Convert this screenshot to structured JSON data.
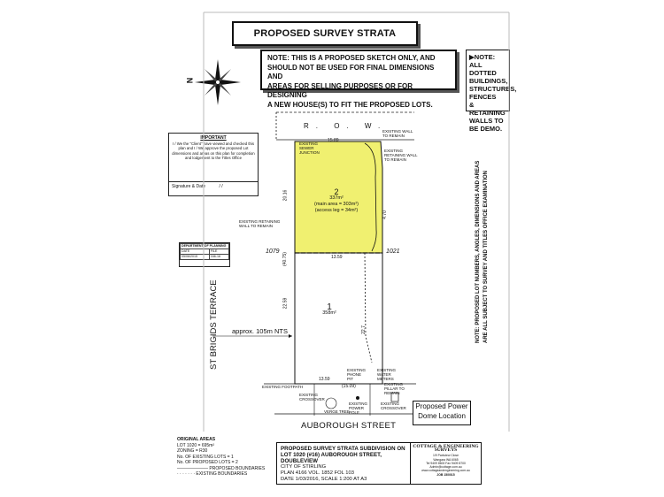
{
  "title": "PROPOSED SURVEY STRATA SUBDIVISION",
  "note_main": [
    "NOTE: THIS IS A PROPOSED SKETCH ONLY, AND",
    "SHOULD NOT BE USED FOR FINAL DIMENSIONS AND",
    "AREAS FOR SELLING PURPOSES OR FOR DESIGNING",
    "A NEW HOUSE(S) TO FIT THE PROPOSED LOTS."
  ],
  "note_side": [
    "NOTE:",
    "ALL DOTTED",
    "BUILDINGS,",
    "STRUCTURES,",
    "FENCES",
    "& RETAINING",
    "WALLS TO",
    "BE DEMO."
  ],
  "north_label": "N",
  "approval": {
    "header": "IMPORTANT",
    "text": "I / We the \"Client\" have viewed and checked this plan and I / We approve the proposed Lot dimensions and areas on this plan for completion and lodgement to the Titles Office",
    "signature": "Signature & Date",
    "sig_slashes": "/          /"
  },
  "dept_box": {
    "header": "DEPARTMENT OF PLANNING",
    "col1": "DATE",
    "col2": "FILE",
    "date": "05/06/2015",
    "file": "166-16"
  },
  "row_label": "R.   O.   W.",
  "lot2": {
    "num": "2",
    "area": "337m²",
    "main": "(main area = 303m²)",
    "access": "(access leg = 34m²)"
  },
  "lot1": {
    "num": "1",
    "area": "358m²"
  },
  "neighbours": {
    "left": "1079",
    "right": "1021"
  },
  "dims": {
    "top": "15.89",
    "mid": "13.59",
    "bottom": "13.59",
    "bottom2": "(15.09)",
    "left_upper": "20.16",
    "left_lower": "22.59",
    "left_tiny": "(40.75)",
    "right_upper": "4.70",
    "right_lower": "22.7"
  },
  "labels": {
    "existing_sewer": "EXISTING SEWER JUNCTION",
    "wall_remain": "EXISTING WALL TO REMAIN",
    "retaining_left": "EXISTING RETAINING WALL TO REMAIN",
    "retaining_right": "EXISTING RETAINING WALL TO REMAIN",
    "footpath": "EXISTING FOOTPATH",
    "phone": "EXISTING PHONE PIT",
    "water": "EXISTING WATER METERS",
    "pillar": "EXISTING PILLAR TO REMAIN",
    "crossover": "EXISTING CROSSOVER",
    "power_pole": "EXISTING POWER POLE",
    "verge_tree": "VERGE TREE",
    "crossover_left": "EXISTING CROSSOVER"
  },
  "approx": "approx. 105m NTS",
  "street_vertical": "ST BRIGIDS TERRACE",
  "street_horizontal": "AUBOROUGH STREET",
  "power_dome": [
    "Proposed Power",
    "Dome Location"
  ],
  "right_note": [
    "NOTE:  PROPOSED LOT NUMBERS, ANGLES, DIMENSIONS AND AREAS",
    "ARE ALL SUBJECT TO SURVEY AND TITLES OFFICE EXAMINATION"
  ],
  "legend": {
    "header": "ORIGINAL AREAS",
    "lines": [
      "LOT 1020 = 695m²",
      "ZONING = R30",
      "No. OF EXISTING LOTS = 1",
      "No. OF PROPOSED LOTS = 2"
    ],
    "proposed": "PROPOSED BOUNDARIES",
    "existing": "EXISTING BOUNDARIES"
  },
  "title_block": {
    "line1": "PROPOSED SURVEY STRATA SUBDIVISION ON",
    "line2": "LOT 1020 (#16) AUBOROUGH STREET, DOUBLEVIEW",
    "line3": "CITY OF STIRLING",
    "line4": "PLAN 4166    VOL. 1852    FOL 103",
    "line5": "DATE 1/03/2016,    SCALE 1:200 AT A3",
    "company": "COTTAGE & ENGINEERING SURVEYS",
    "company_lines": [
      "1/9 Parkview Close",
      "Wangara WA 6065",
      "Tel 9409 8600  Fax 9409 8700",
      "Admin@cottage.com.au",
      "www.cottageandengineering.com.au"
    ],
    "job": "JOB 15/0015"
  }
}
